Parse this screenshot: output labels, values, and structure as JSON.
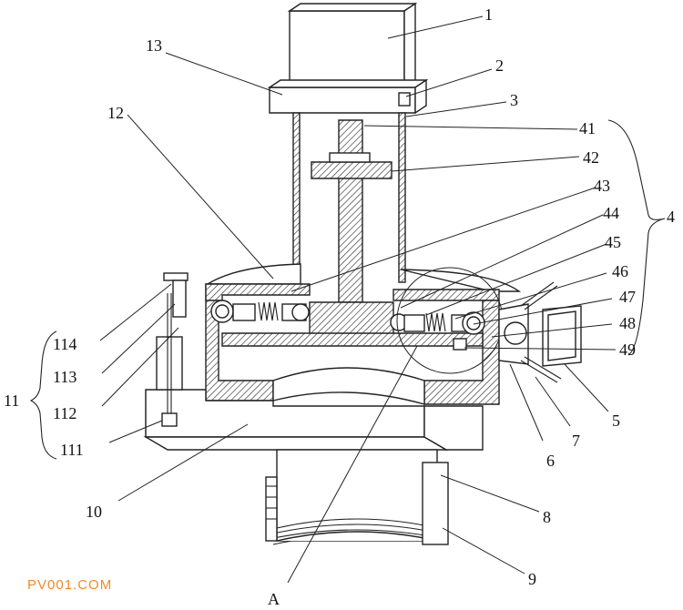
{
  "labels": {
    "l1": "1",
    "l2": "2",
    "l3": "3",
    "l41": "41",
    "l42": "42",
    "l43": "43",
    "l44": "44",
    "l45": "45",
    "l46": "46",
    "l47": "47",
    "l48": "48",
    "l49": "49",
    "l4": "4",
    "l5": "5",
    "l6": "6",
    "l7": "7",
    "l8": "8",
    "l9": "9",
    "l10": "10",
    "l11": "11",
    "l12": "12",
    "l13": "13",
    "l111": "111",
    "l112": "112",
    "l113": "113",
    "l114": "114",
    "lA": "A"
  },
  "watermark": "PV001.COM"
}
